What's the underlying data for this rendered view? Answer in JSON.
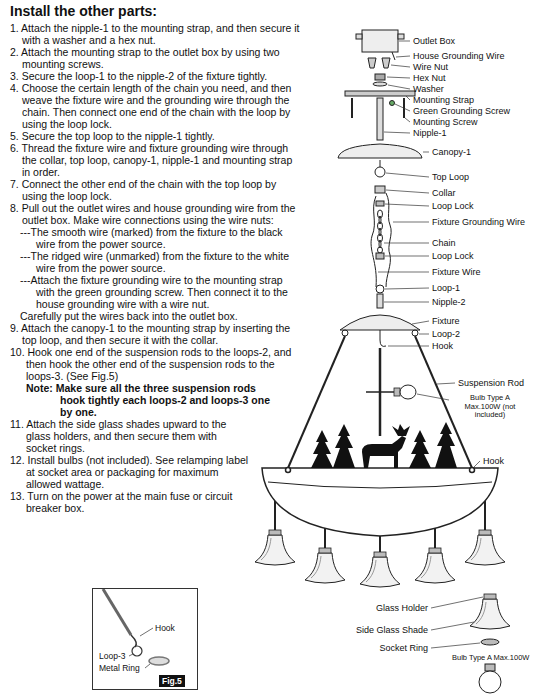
{
  "diagram": {
    "title": "Install the other parts:",
    "nodes": [
      {
        "text": [
          "Hook",
          "Loop-3",
          "Metal Ring",
          "Fig.5"
        ]
      }
    ],
    "labels": [
      "1. Attach the nipple-1 to the mounting strap, and then secure it with a washer and a hex nut.",
      "2. Attach the mounting strap to the outlet box by using two mounting screws.",
      "3. Secure the loop-1 to the nipple-2 of the fixture tightly.",
      "4. Choose the certain length of the chain you need, and then weave the fixture wire and the grounding wire through the chain. Then connect one end of the chain with the loop by using the loop lock.",
      "5. Secure the top loop to the nipple-1 tightly.",
      "6. Thread the fixture wire and fixture grounding wire through the collar, top loop, canopy-1, nipple-1 and mounting strap in order.",
      "7. Connect the other end of the chain with the top loop by using the loop lock.",
      "8. Pull out the outlet wires and house grounding wire from the outlet box. Make wire connections using the wire nuts:",
      "---The smooth wire (marked) from the fixture to the black wire from the power source.",
      "---The ridged wire (unmarked) from the fixture to the white wire from the power source.",
      "---Attach the fixture grounding wire to the mounting strap with the green grounding screw. Then connect it to the house grounding wire with a wire nut.",
      "Carefully put the wires back into the outlet box.",
      "9. Attach the canopy-1 to the mounting strap by inserting the top loop, and then secure it with the collar.",
      "10. Hook one end of the suspension rods to the loops-2, and then hook the other end of the suspension rods to the loops-3. (See Fig.5)",
      "Note: Make sure all the three suspension rods hook tightly each loops-2 and loops-3 one by one.",
      "11. Attach the side glass shades upward to the glass holders, and then secure them with socket rings.",
      "12. Install bulbs (not included). See relamping label at socket area or packaging for maximum allowed wattage.",
      "13. Turn on the power at the main fuse or circuit breaker box.",
      "Outlet Box",
      "House Grounding Wire",
      "Wire Nut",
      "Hex Nut",
      "Washer",
      "Mounting Strap",
      "Green Grounding Screw",
      "Mounting Screw",
      "Nipple-1",
      "Canopy-1",
      "Top Loop",
      "Collar",
      "Loop Lock",
      "Fixture Grounding Wire",
      "Chain",
      "Loop Lock",
      "Fixture Wire",
      "Loop-1",
      "Nipple-2",
      "Fixture",
      "Loop-2",
      "Hook",
      "Suspension Rod",
      "Bulb Type A Max.100W (not included)",
      "Hook",
      "Glass Holder",
      "Side Glass Shade",
      "Socket Ring",
      "Bulb Type A Max.100W"
    ]
  }
}
